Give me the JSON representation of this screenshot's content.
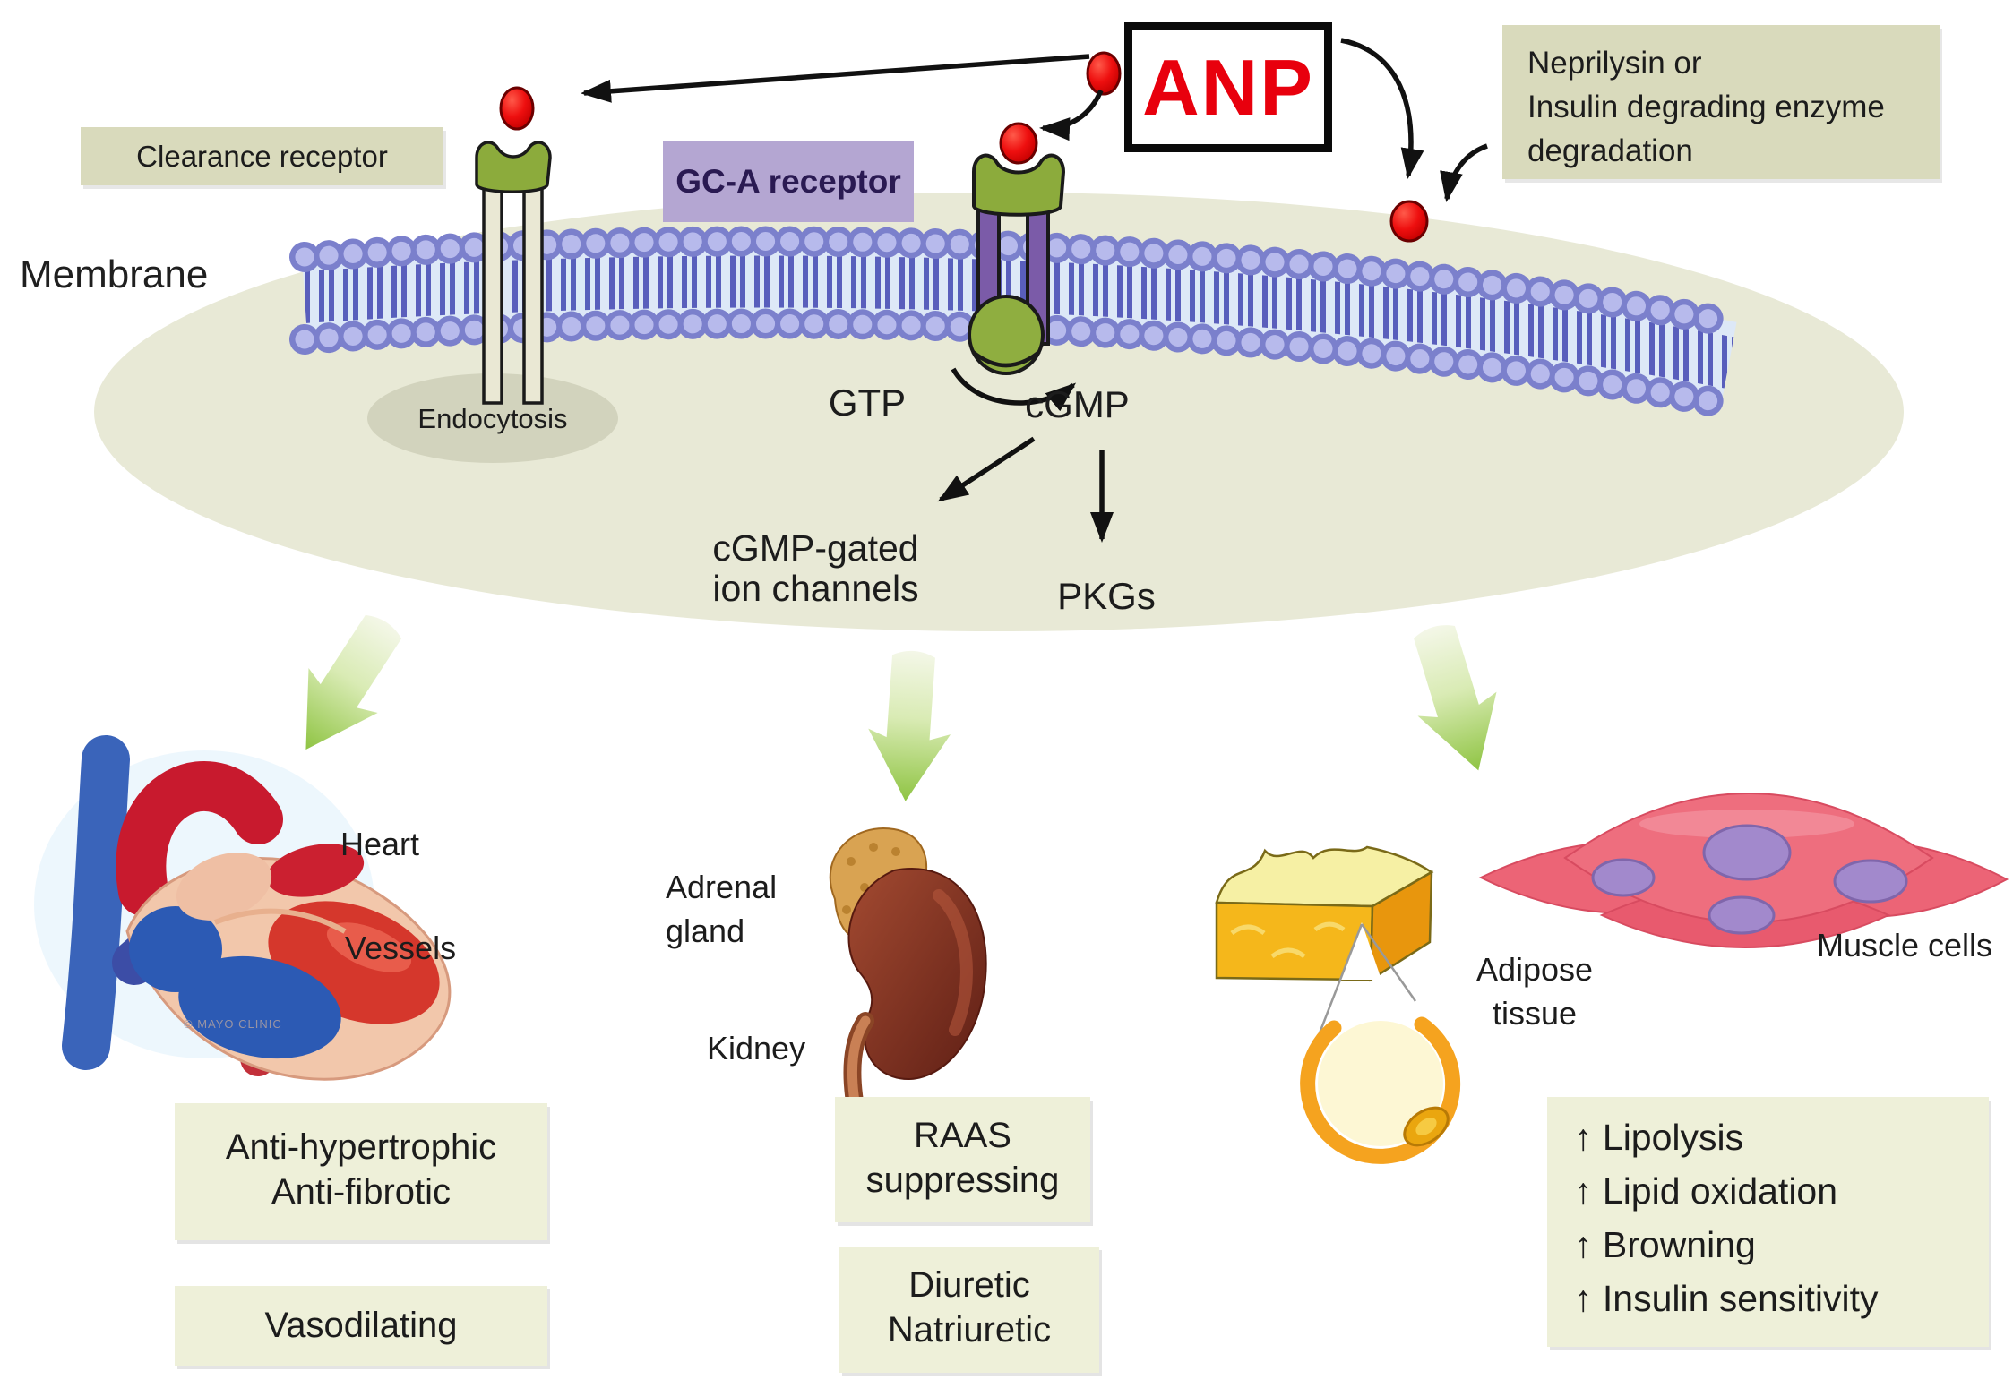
{
  "diagram": {
    "hormone": "ANP",
    "membrane_label": "Membrane",
    "receptors": {
      "clearance": "Clearance receptor",
      "gca": "GC-A receptor"
    },
    "degradation": {
      "line1": "Neprilysin or",
      "line2": "Insulin degrading enzyme",
      "line3": "degradation"
    },
    "endocytosis": "Endocytosis",
    "signaling": {
      "gtp": "GTP",
      "cgmp": "cGMP",
      "channels1": "cGMP-gated",
      "channels2": "ion channels",
      "pkgs": "PKGs"
    },
    "targets": {
      "heart": "Heart",
      "vessels": "Vessels",
      "adrenal1": "Adrenal",
      "adrenal2": "gland",
      "kidney": "Kidney",
      "adipose1": "Adipose",
      "adipose2": "tissue",
      "muscle": "Muscle cells"
    },
    "effects": {
      "cardiac1": "Anti-hypertrophic",
      "cardiac2": "Anti-fibrotic",
      "vascular": "Vasodilating",
      "renal_a1": "RAAS",
      "renal_a2": "suppressing",
      "renal_b1": "Diuretic",
      "renal_b2": "Natriuretic",
      "metabolic": [
        "↑ Lipolysis",
        "↑ Lipid oxidation",
        "↑ Browning",
        "↑ Insulin sensitivity"
      ]
    },
    "watermark": "© MAYO CLINIC",
    "colors": {
      "anp_red": "#e8000d",
      "box_khaki": "#d9dabc",
      "box_light": "#eef0d9",
      "gca_purple": "#b4a6d2",
      "cell_sage": "#e8e9d6",
      "membrane_blue": "#7b80cc",
      "receptor_green": "#8cab3c",
      "arrow_green": "#90c447"
    }
  }
}
